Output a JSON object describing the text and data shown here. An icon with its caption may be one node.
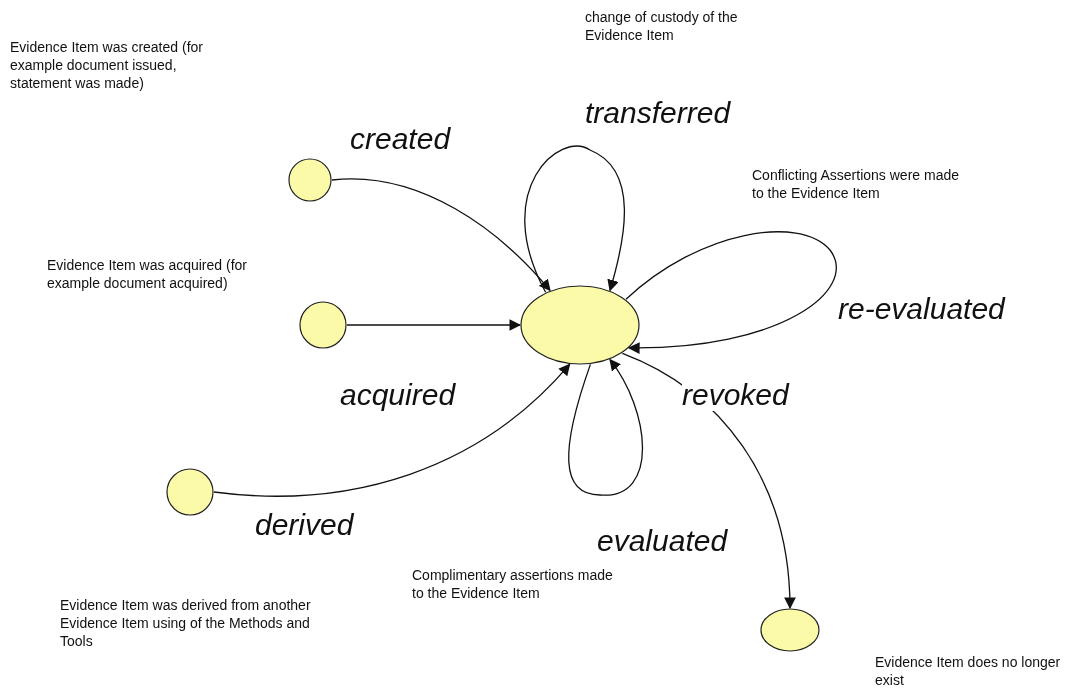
{
  "diagram": {
    "nodes": [
      {
        "text": [],
        "shape": "circle"
      },
      {
        "text": [],
        "shape": "circle"
      },
      {
        "text": [],
        "shape": "circle"
      },
      {
        "text": [],
        "shape": "circle"
      },
      {
        "text": [],
        "shape": "circle"
      }
    ],
    "edges": [
      {
        "from": 0,
        "to": 3,
        "arrow": "to",
        "label": "created"
      },
      {
        "from": 1,
        "to": 3,
        "arrow": "to",
        "label": "acquired"
      },
      {
        "from": 2,
        "to": 3,
        "arrow": "to",
        "label": "derived"
      },
      {
        "from": 3,
        "to": 3,
        "arrow": "to",
        "label": "transferred"
      },
      {
        "from": 3,
        "to": 3,
        "arrow": "to",
        "label": "re-evaluated"
      },
      {
        "from": 3,
        "to": 3,
        "arrow": "to",
        "label": "evaluated"
      },
      {
        "from": 3,
        "to": 4,
        "arrow": "to",
        "label": "revoked"
      }
    ],
    "labels": [
      "change  of custody of the Evidence Item",
      "Evidence Item was created (for example document  issued, statement was made)",
      "Conflicting Assertions were made to the  Evidence Item",
      "Evidence Item was acquired (for example document acquired)",
      "Complimentary assertions made to the Evidence Item",
      "Evidence Item was derived from another Evidence Item using of the Methods and Tools",
      "Evidence Item does no longer exist"
    ]
  }
}
